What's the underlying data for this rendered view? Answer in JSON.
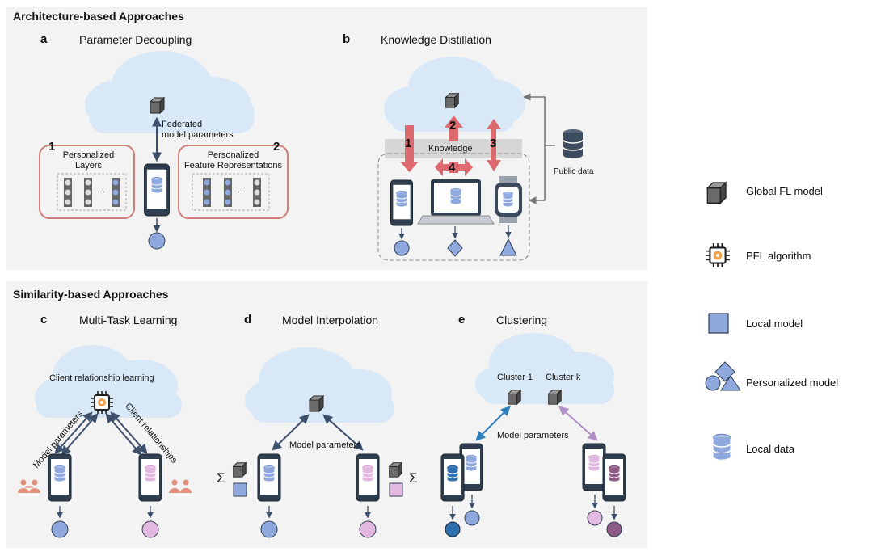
{
  "sections": {
    "architecture": "Architecture-based Approaches",
    "similarity": "Similarity-based Approaches"
  },
  "panel_a": {
    "letter": "a",
    "title": "Parameter Decoupling",
    "num1": "1",
    "num2": "2",
    "box1_label": "Personalized\nLayers",
    "box2_label": "Personalized\nFeature Representations",
    "arrow_label": "Federated\nmodel parameters"
  },
  "panel_b": {
    "letter": "b",
    "title": "Knowledge Distillation",
    "knowledge": "Knowledge",
    "public_data": "Public data",
    "n1": "1",
    "n2": "2",
    "n3": "3",
    "n4": "4"
  },
  "panel_c": {
    "letter": "c",
    "title": "Multi-Task Learning",
    "crl": "Client relationship learning",
    "model_params": "Model parameters",
    "client_rel": "Client relationships"
  },
  "panel_d": {
    "letter": "d",
    "title": "Model Interpolation",
    "model_params": "Model parameters",
    "sigma": "Σ"
  },
  "panel_e": {
    "letter": "e",
    "title": "Clustering",
    "cluster1": "Cluster 1",
    "clusterk": "Cluster k",
    "model_params": "Model parameters"
  },
  "legend": {
    "global": "Global FL model",
    "pfl": "PFL algorithm",
    "local_model": "Local model",
    "personalized": "Personalized model",
    "local_data": "Local data"
  },
  "colors": {
    "panel_bg": "#f3f3f3",
    "cloud": "#d8e8f6",
    "blue": "#8fa9de",
    "pink": "#e2b7e0",
    "red_arrow": "#dd6a6f",
    "cube": "#5a5a5a",
    "dark_blue": "#2f6fad"
  }
}
